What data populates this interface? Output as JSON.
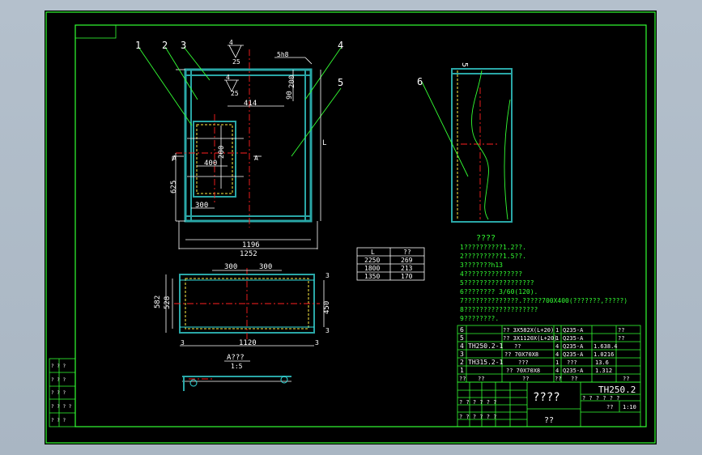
{
  "canvas_bg": "#000000",
  "colors": {
    "frame": "#33ff33",
    "steel": "#2aa7a7",
    "text": "#ffffff",
    "notes": "#33ff33",
    "centerline": "#ff2020",
    "accent_cyan": "#33dddd",
    "yellow": "#ffee44"
  },
  "balloons": [
    "1",
    "2",
    "3",
    "4",
    "5",
    "6"
  ],
  "weld_labels": {
    "top": "25",
    "mid": "25",
    "top_code": "4",
    "mid_code": "4",
    "right_code": "5h8"
  },
  "front_view": {
    "dim_414": "414",
    "dim_200": "200",
    "dim_90": "90",
    "dim_200v": "200",
    "dim_400": "400",
    "dim_625": "625",
    "dim_300": "300",
    "dim_1196": "1196",
    "dim_1252": "1252",
    "section_a": "A",
    "label_l": "L"
  },
  "side_view": {
    "label_5": "5"
  },
  "l_table": {
    "headers": [
      "L",
      "??"
    ],
    "rows": [
      [
        "2250",
        "269"
      ],
      [
        "1800",
        "213"
      ],
      [
        "1350",
        "170"
      ]
    ]
  },
  "top_view": {
    "dim_300a": "300",
    "dim_300b": "300",
    "dim_582": "582",
    "dim_528": "528",
    "dim_450": "450",
    "dim_1120": "1120",
    "dim_3a": "3",
    "dim_3b": "3",
    "dim_3c": "3",
    "dim_3d": "3"
  },
  "detail": {
    "title": "A???",
    "scale": "1:5"
  },
  "notes": {
    "heading": "????",
    "lines": [
      "1??????????1.2??.",
      "2??????????1.5??.",
      "3???????h13",
      "4???????????????",
      "5??????????????????",
      "6???????? 3/60(120).",
      "7??????????????.?????700X400(???????,?????)",
      "8???????????????????",
      "9????????."
    ]
  },
  "bom": {
    "rows": [
      {
        "no": "6",
        "code": "",
        "name": "?? 3X582X(L+20)",
        "qty": "1",
        "material": "Q235-A",
        "note": "??"
      },
      {
        "no": "5",
        "code": "",
        "name": "?? 3X1120X(L+20)",
        "qty": "1",
        "material": "Q235-A",
        "note": "??"
      },
      {
        "no": "4",
        "code": "TH250.2-1",
        "name": "??",
        "qty": "4",
        "material": "Q235-A",
        "note": "1.638.4"
      },
      {
        "no": "3",
        "code": "",
        "name": "?? 70X70X8",
        "qty": "4",
        "material": "Q235-A",
        "note": "1.0216"
      },
      {
        "no": "2",
        "code": "TH315.2-1",
        "name": "???",
        "qty": "1",
        "material": "???",
        "note": "13.6"
      },
      {
        "no": "1",
        "code": "",
        "name": "?? 70X70X8",
        "qty": "4",
        "material": "Q235-A",
        "note": "1.312"
      }
    ],
    "header": [
      "??",
      "??",
      "??",
      "??",
      "??",
      "??"
    ]
  },
  "title_block": {
    "drawing_no": "TH250.2",
    "name": "????",
    "company": "??",
    "scale_label": "??",
    "scale_value": "1:10",
    "small_row": "? ? ? ? ? ?"
  },
  "left_strip": [
    "? ? ?",
    "? ? ?",
    "? ? ?",
    "? ? ? ?",
    "? ? ?"
  ]
}
